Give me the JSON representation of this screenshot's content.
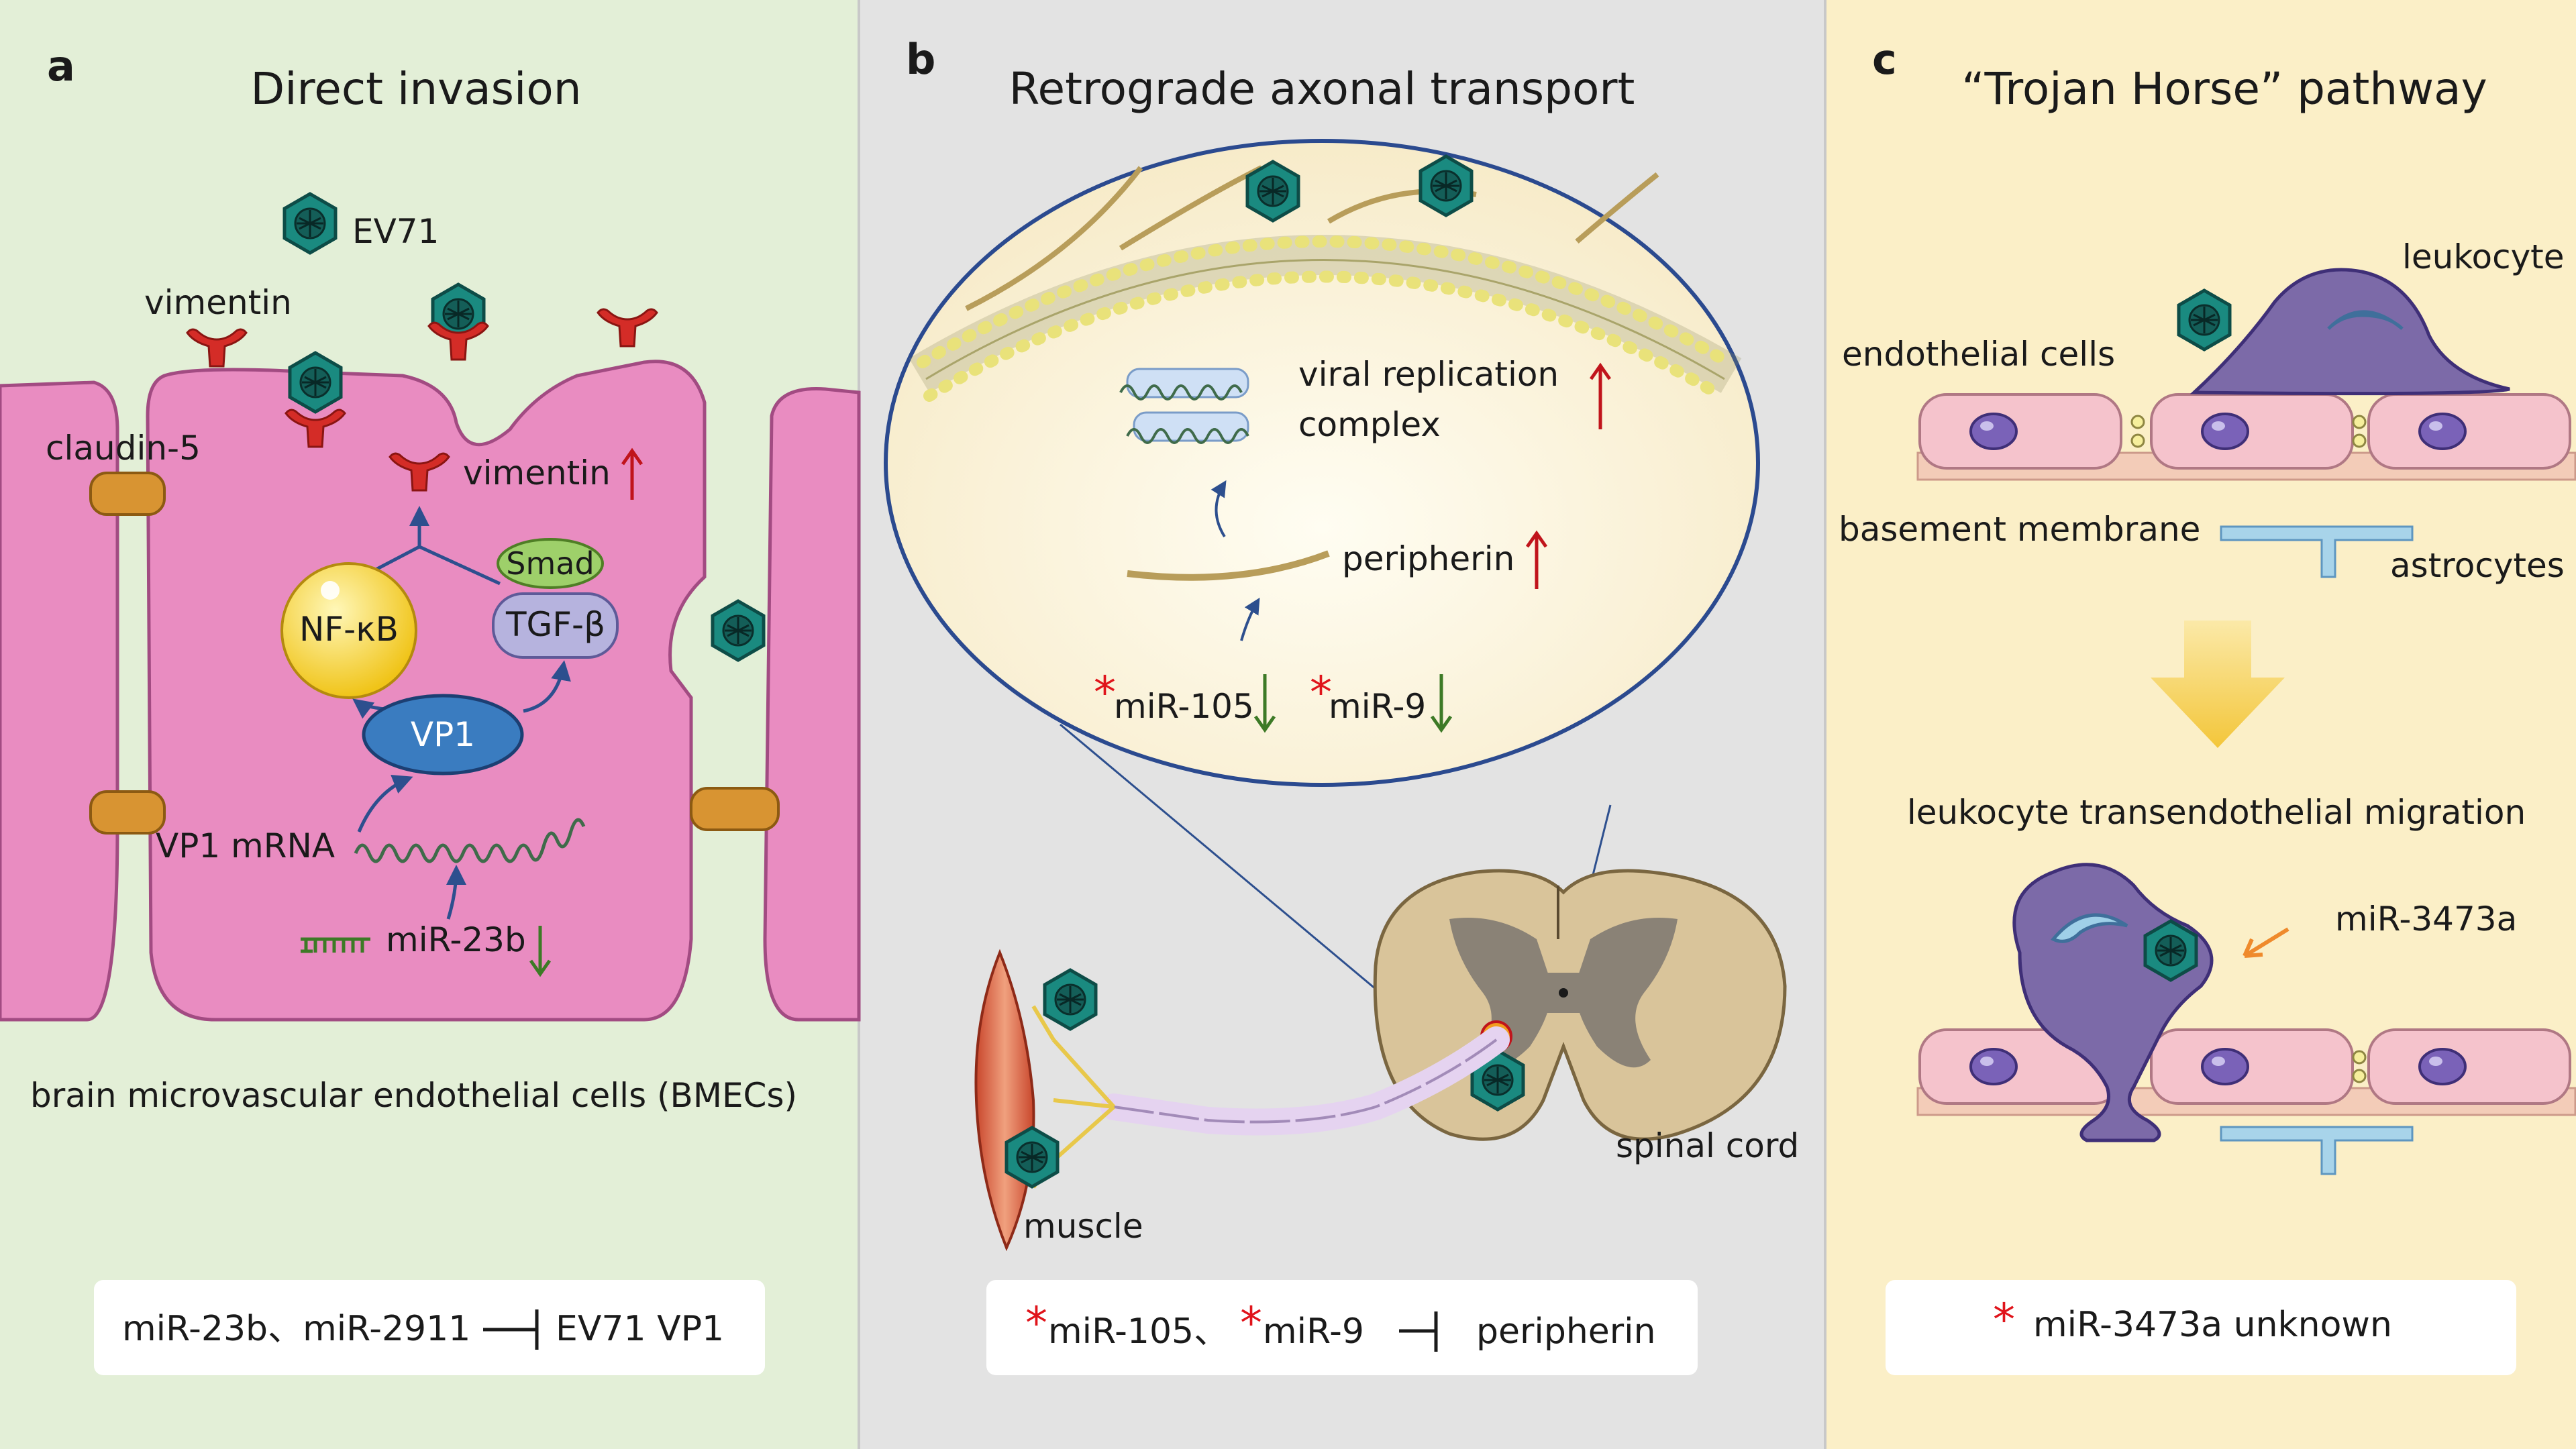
{
  "panels": {
    "a": {
      "letter": "a",
      "title": "Direct invasion",
      "labels": {
        "virus": "EV71",
        "vimentin_top": "vimentin",
        "claudin": "claudin-5",
        "vimentin_up": "vimentin",
        "smad": "Smad",
        "nfkb": "NF-κB",
        "tgfb": "TGF-β",
        "vp1": "VP1",
        "vp1_mrna": "VP1 mRNA",
        "mir23b": "miR-23b",
        "cells": "brain microvascular endothelial cells (BMECs)"
      },
      "summary": {
        "left": "miR-23b、miR-2911",
        "right": "EV71 VP1"
      }
    },
    "b": {
      "letter": "b",
      "title": "Retrograde axonal transport",
      "labels": {
        "complex_1": "viral replication",
        "complex_2": "complex",
        "peripherin": "peripherin",
        "mir105": "miR-105",
        "mir9": "miR-9",
        "star": "*",
        "spinal": "spinal cord",
        "muscle": "muscle"
      },
      "summary": {
        "left": "miR-105、",
        "mid": "miR-9",
        "right": "peripherin"
      }
    },
    "c": {
      "letter": "c",
      "title": "“Trojan Horse” pathway",
      "labels": {
        "leukocyte": "leukocyte",
        "endothelial": "endothelial cells",
        "basement": "basement membrane",
        "astrocytes": "astrocytes",
        "migration": "leukocyte transendothelial migration",
        "mir3473": "miR-3473a"
      },
      "summary": {
        "text": "miR-3473a  unknown"
      }
    }
  },
  "colors": {
    "panel_a_bg": "#e3efd7",
    "panel_b_bg": "#e3e3e3",
    "panel_c_bg": "#fbefc7",
    "cell_pink": "#e98cc1",
    "virus_teal": "#1a8a80",
    "up_arrow": "#c0141b",
    "down_arrow": "#3d7a26"
  }
}
